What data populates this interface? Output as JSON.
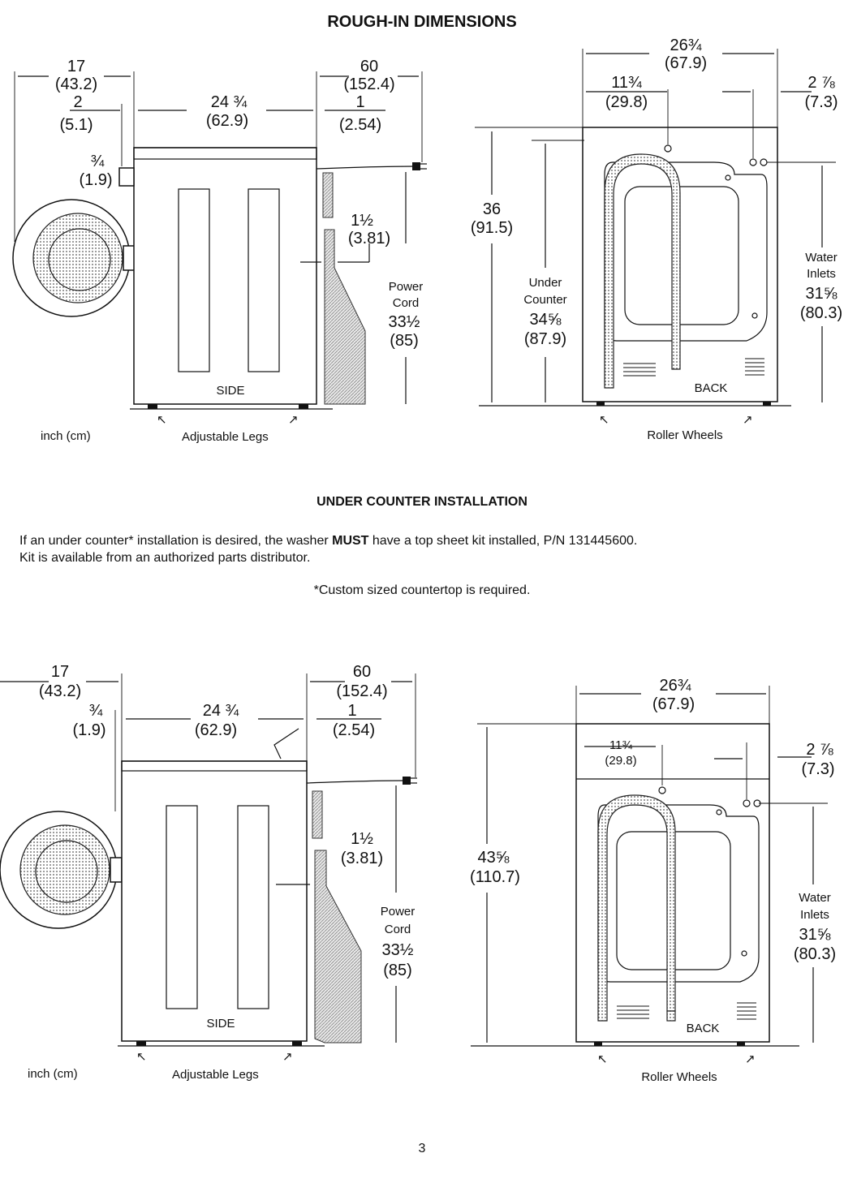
{
  "title": "ROUGH-IN DIMENSIONS",
  "subtitle": "UNDER COUNTER INSTALLATION",
  "paragraph": {
    "line1_before": "If an under counter* installation is desired, the washer ",
    "line1_bold": "MUST",
    "line1_after": " have a top sheet kit installed, P/N 131445600.",
    "line2": "Kit is available from an authorized parts distributor."
  },
  "note": "*Custom sized countertop is required.",
  "page_number": "3",
  "top_side": {
    "d1": "17",
    "d1cm": "(43.2)",
    "d2": "2",
    "d2cm": "(5.1)",
    "d3": "¾",
    "d3cm": "(1.9)",
    "d4": "24 ¾",
    "d4cm": "(62.9)",
    "d5": "60",
    "d5cm": "(152.4)",
    "d6": "1",
    "d6cm": "(2.54)",
    "d7": "1½",
    "d7cm": "(3.81)",
    "power1": "Power",
    "power2": "Cord",
    "power3": "33½",
    "power4": "(85)",
    "side": "SIDE",
    "units": "inch (cm)",
    "legs": "Adjustable Legs"
  },
  "top_back": {
    "w": "26¾",
    "wcm": "(67.9)",
    "c": "11¾",
    "ccm": "(29.8)",
    "r": "2 ⅞",
    "rcm": "(7.3)",
    "h": "36",
    "hcm": "(91.5)",
    "u1": "Under",
    "u2": "Counter",
    "u3": "34⅝",
    "u4": "(87.9)",
    "wi1": "Water",
    "wi2": "Inlets",
    "wi3": "31⅝",
    "wi4": "(80.3)",
    "back": "BACK",
    "wheels": "Roller Wheels"
  },
  "bottom_side": {
    "d1": "17",
    "d1cm": "(43.2)",
    "d3": "¾",
    "d3cm": "(1.9)",
    "d4": "24 ¾",
    "d4cm": "(62.9)",
    "d5": "60",
    "d5cm": "(152.4)",
    "d6": "1",
    "d6cm": "(2.54)",
    "d7": "1½",
    "d7cm": "(3.81)",
    "power1": "Power",
    "power2": "Cord",
    "power3": "33½",
    "power4": "(85)",
    "side": "SIDE",
    "units": "inch (cm)",
    "legs": "Adjustable Legs"
  },
  "bottom_back": {
    "w": "26¾",
    "wcm": "(67.9)",
    "c": "11¾",
    "ccm": "(29.8)",
    "r": "2 ⅞",
    "rcm": "(7.3)",
    "h": "43⅝",
    "hcm": "(110.7)",
    "wi1": "Water",
    "wi2": "Inlets",
    "wi3": "31⅝",
    "wi4": "(80.3)",
    "back": "BACK",
    "wheels": "Roller Wheels"
  }
}
